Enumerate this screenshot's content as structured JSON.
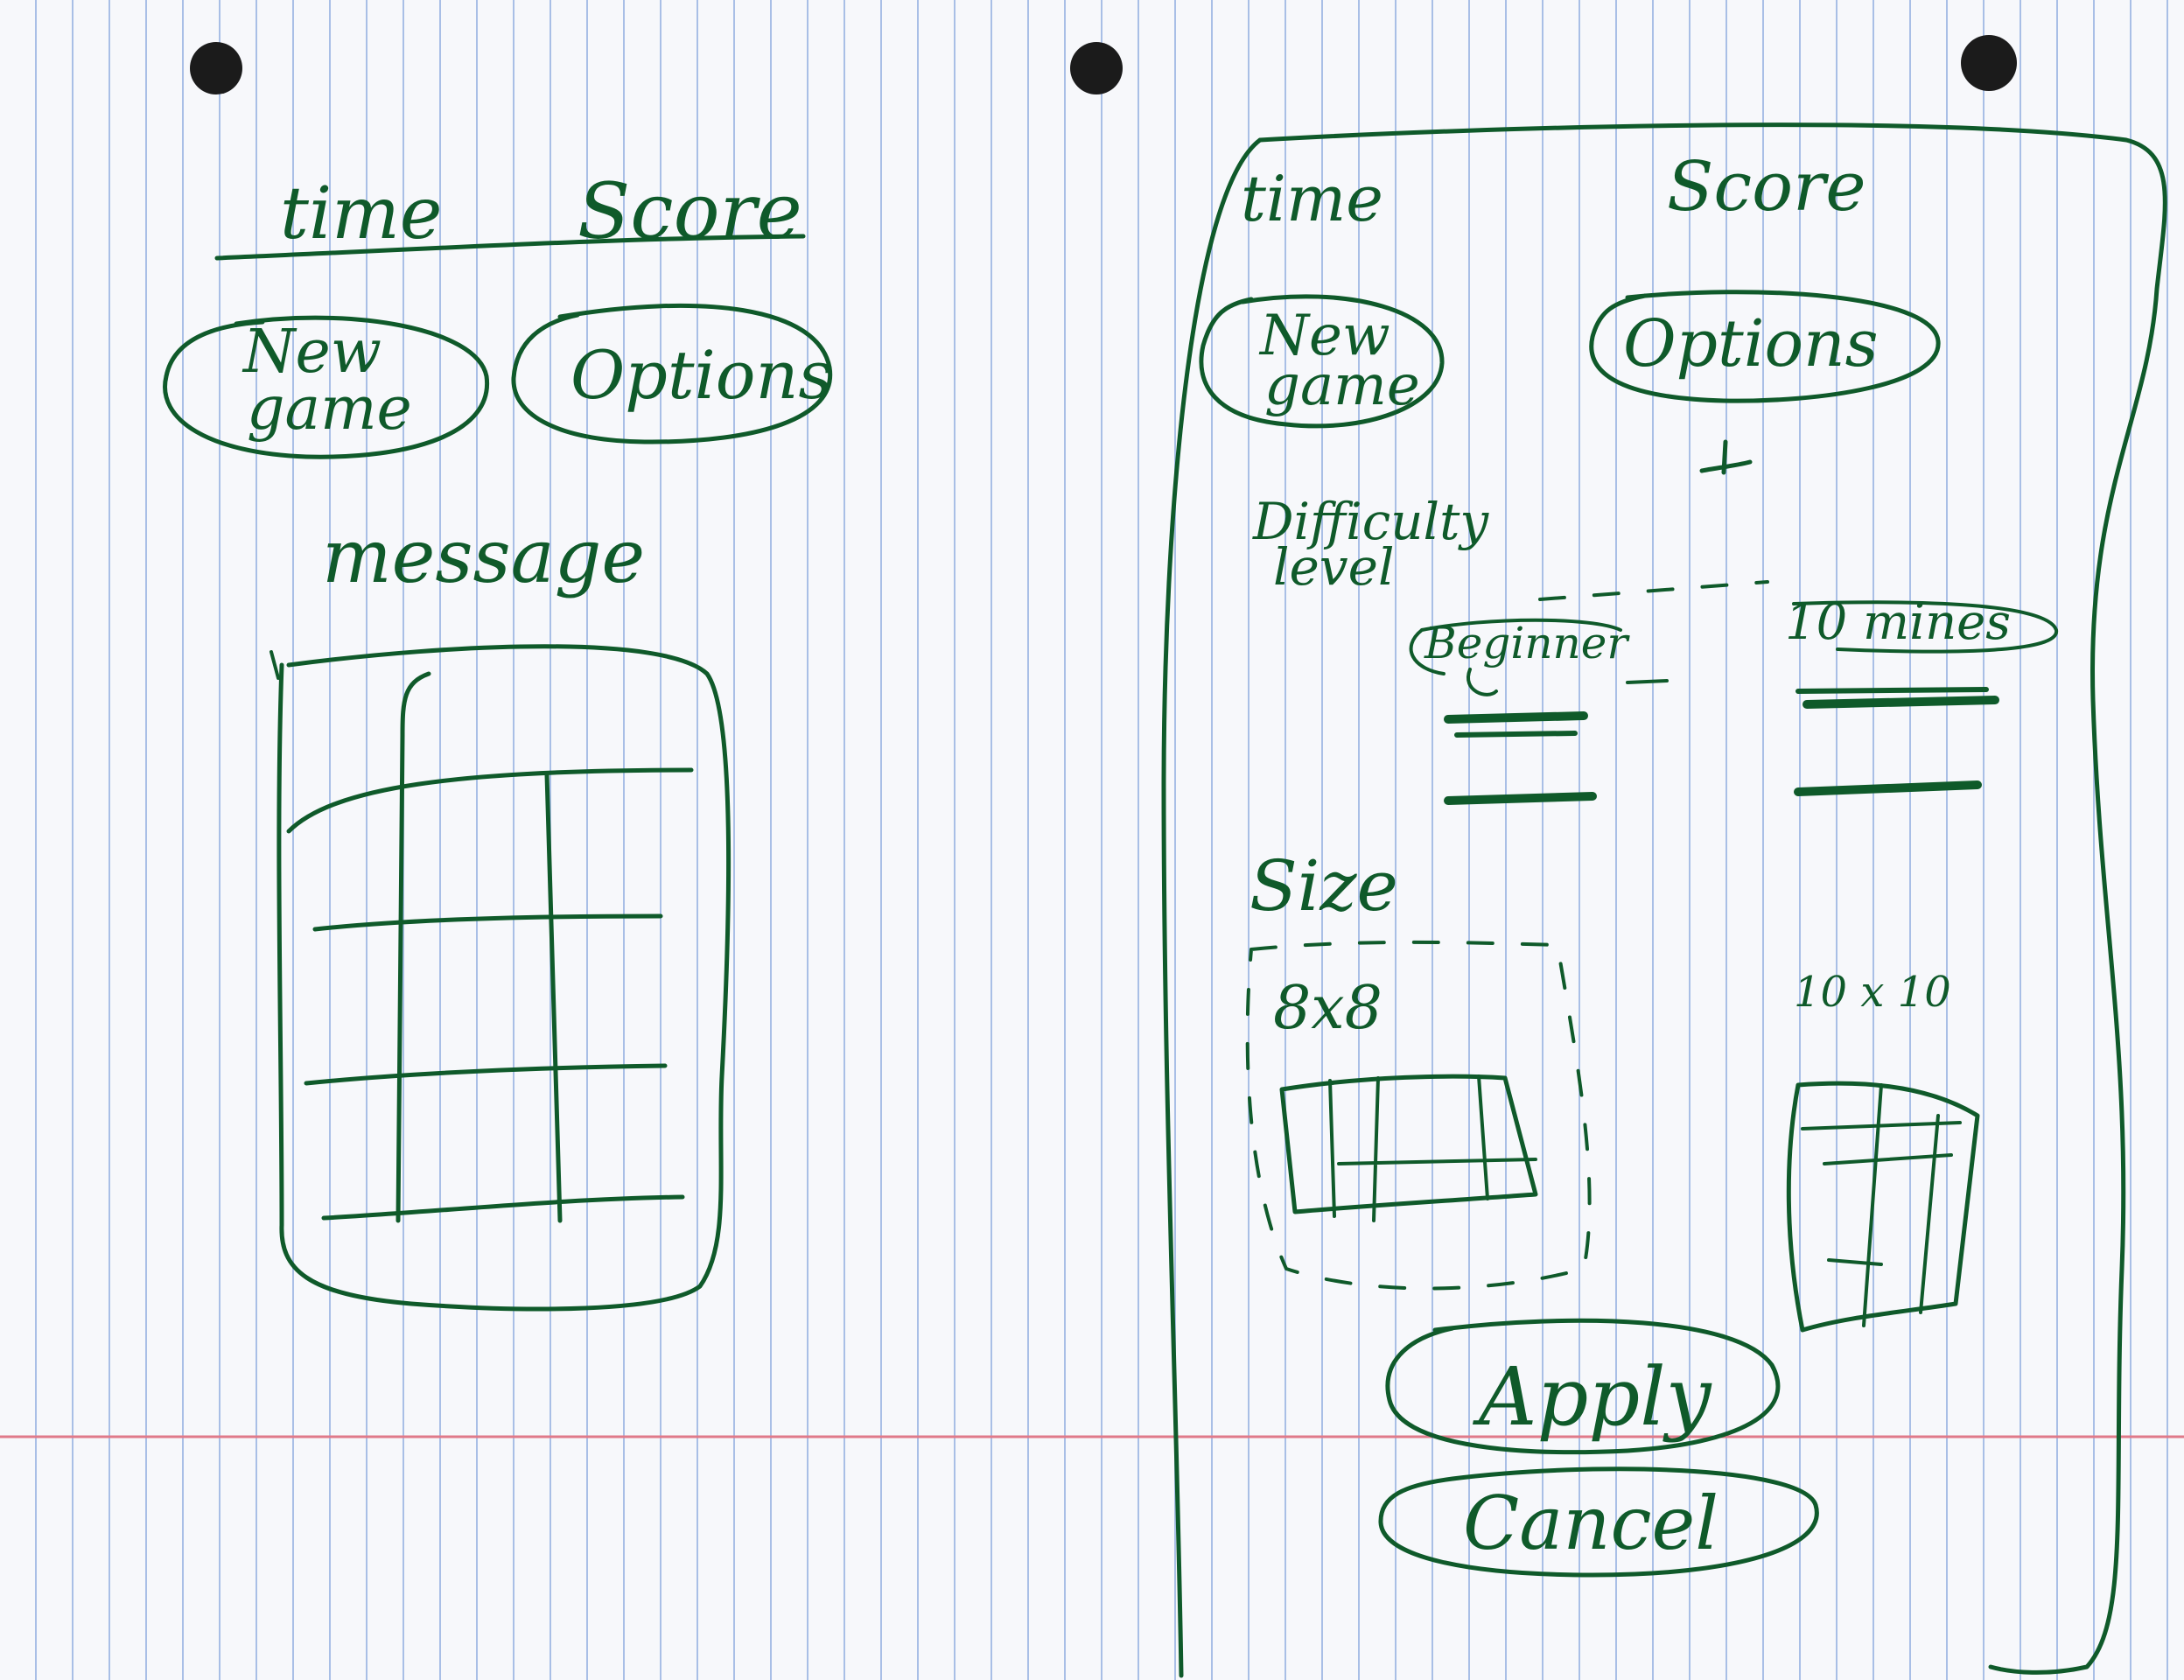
{
  "left_sketch": {
    "time_label": "time",
    "score_label": "Score",
    "new_game_line1": "New",
    "new_game_line2": "game",
    "options_label": "Options",
    "message_label": "message"
  },
  "right_sketch": {
    "time_label": "time",
    "score_label": "Score",
    "new_game_line1": "New",
    "new_game_line2": "game",
    "options_label": "Options",
    "difficulty_line1": "Difficulty",
    "difficulty_line2": "level",
    "beginner_label": "Beginner",
    "mines_label": "10 mines",
    "size_label": "Size",
    "size_8_label": "8x8",
    "size_10_label": "10 x 10",
    "apply_label": "Apply",
    "cancel_label": "Cancel"
  },
  "colors": {
    "ink": "#0f5a2a",
    "paper": "#f7f8fb",
    "ruled_line": "#a9bfe6",
    "margin_line": "#e07a8a"
  }
}
